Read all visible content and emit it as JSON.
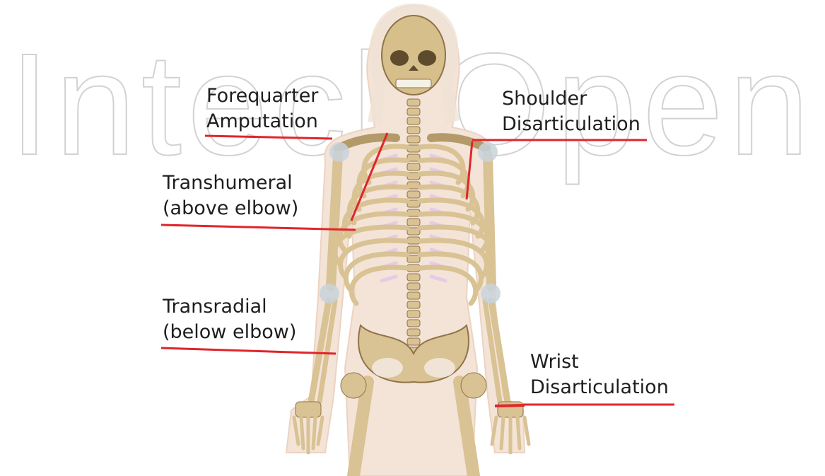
{
  "watermark": {
    "text": "IntechOpen"
  },
  "labels": {
    "forequarter": {
      "line1": "Forequarter",
      "line2": "Amputation"
    },
    "shoulder": {
      "line1": "Shoulder",
      "line2": "Disarticulation"
    },
    "transhumeral": {
      "line1": "Transhumeral",
      "line2": "(above elbow)"
    },
    "transradial": {
      "line1": "Transradial",
      "line2": "(below elbow)"
    },
    "wrist": {
      "line1": "Wrist",
      "line2": "Disarticulation"
    }
  },
  "colors": {
    "leader_line": "#e0252b",
    "skin": "#f3e1d4",
    "bone": "#d9c293",
    "bone_edge": "#8f7448",
    "cartilage": "#e6cbe6",
    "joint": "#c8d3dc",
    "label_text": "#1e1e1e",
    "watermark": "#cfcfcf"
  },
  "icons": {
    "figure": "human-skeleton-icon"
  }
}
